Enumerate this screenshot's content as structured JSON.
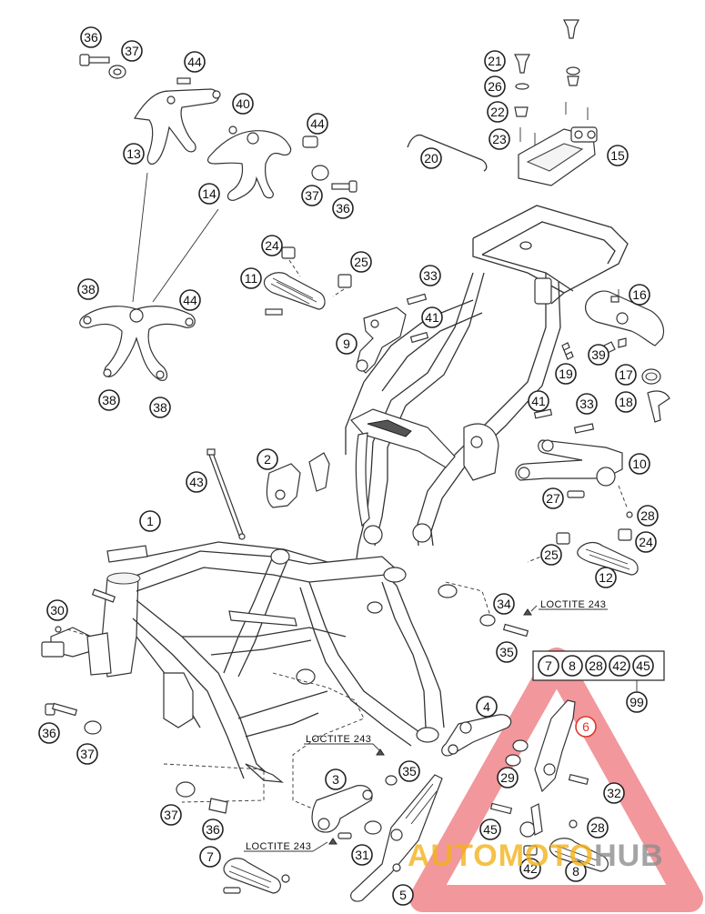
{
  "callouts": {
    "c36a": "36",
    "c37a": "37",
    "c44a": "44",
    "c40": "40",
    "c13": "13",
    "c44b": "44",
    "c14": "14",
    "c37b": "37",
    "c36b": "36",
    "c21": "21",
    "c26": "26",
    "c22": "22",
    "c23": "23",
    "c20": "20",
    "c15": "15",
    "c24a": "24",
    "c25a": "25",
    "c11": "11",
    "c33a": "33",
    "c41a": "41",
    "c9": "9",
    "c38a": "38",
    "c44c": "44",
    "c38b": "38",
    "c38c": "38",
    "c16": "16",
    "c39": "39",
    "c19": "19",
    "c17": "17",
    "c18": "18",
    "c41b": "41",
    "c33b": "33",
    "c2": "2",
    "c10": "10",
    "c43": "43",
    "c27": "27",
    "c28a": "28",
    "c1": "1",
    "c25b": "25",
    "c24b": "24",
    "c12": "12",
    "c30": "30",
    "c34": "34",
    "c35a": "35",
    "k7": "7",
    "k8": "8",
    "k28": "28",
    "k42": "42",
    "k45": "45",
    "c99": "99",
    "c36c": "36",
    "c37c": "37",
    "c4": "4",
    "c6": "6",
    "c29": "29",
    "c32": "32",
    "c3": "3",
    "c35b": "35",
    "c37d": "37",
    "c36d": "36",
    "c45": "45",
    "c28b": "28",
    "c31": "31",
    "c7": "7",
    "c5": "5",
    "c42": "42",
    "c8": "8"
  },
  "notes": {
    "loctite_right": "LOCTITE 243",
    "loctite_center": "LOCTITE 243",
    "loctite_bottom": "LOCTITE 243"
  },
  "watermark": {
    "text": "AUTOMOTOHUB",
    "colors": {
      "triangle": "#e8424a",
      "text_yellow": "#f3b21a",
      "text_grey": "#8e8e8e"
    }
  }
}
